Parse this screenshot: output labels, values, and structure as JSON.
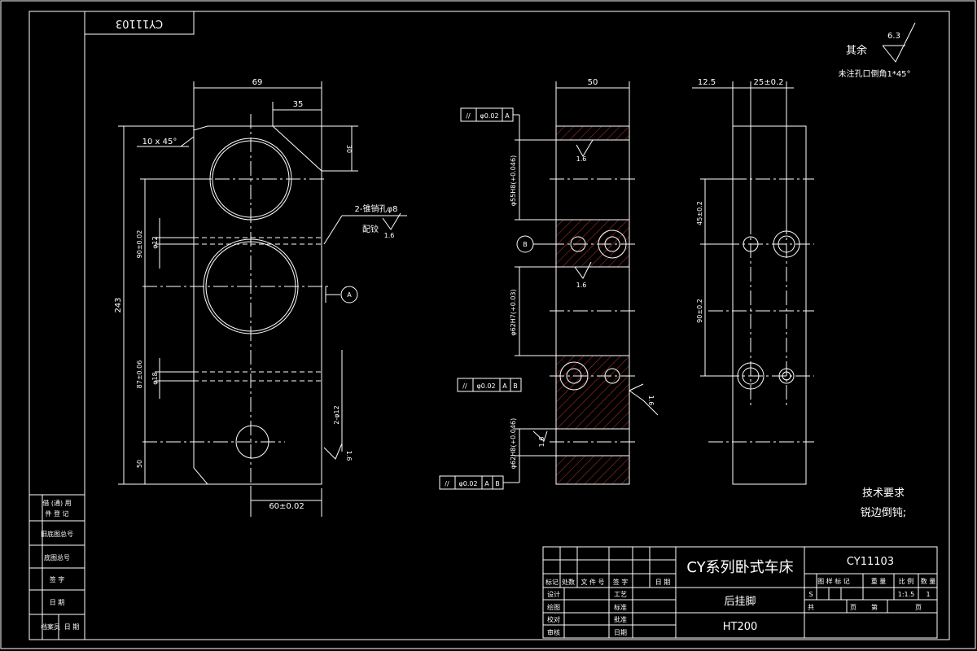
{
  "drawing_number": "CY11103",
  "drawing_number_mirrored": "CY11103",
  "machine_title": "CY系列卧式车床",
  "part_name": "后挂脚",
  "material": "HT200",
  "roughness_note": {
    "label": "其余",
    "value": "6.3",
    "chamfer": "未注孔口倒角1*45°"
  },
  "tech_req": {
    "title": "技术要求",
    "line1": "锐边倒钝;"
  },
  "left_view": {
    "dim_top_width": "69",
    "dim_offset": "35",
    "dim_chamfer_h": "30",
    "chamfer": "10 x 45°",
    "dim_height": "243",
    "dim_90": "90±0.02",
    "dim_87": "87±0.06",
    "dim_50": "50",
    "dim_phi12": "φ12",
    "dim_phi18": "φ18",
    "holes_2phi12": "2-φ12",
    "pin_note": "2-锥销孔φ8",
    "pin_note2": "配铰",
    "rough_pin": "1.6",
    "rough_bottom": "1.6",
    "datum_a": "A",
    "dim_bottom": "60±0.02"
  },
  "middle_view": {
    "dim_width": "50",
    "fcf1": {
      "symbol": "//",
      "tol": "φ0.02",
      "datum": "A"
    },
    "fcf2": {
      "symbol": "//",
      "tol": "φ0.02",
      "datum1": "A",
      "datum2": "B"
    },
    "fcf3": {
      "symbol": "//",
      "tol": "φ0.02",
      "datum1": "A",
      "datum2": "B"
    },
    "dim_bore1": "φ55H8(+0.046)",
    "dim_bore2": "φ62H7(+0.03)",
    "dim_bore3": "φ62H8(+0.046)",
    "datum_b": "B",
    "rough1": "1.6",
    "rough2": "1.6",
    "rough3": "1.6",
    "rough4": "1.6"
  },
  "right_view": {
    "dim_12_5": "12.5",
    "dim_25": "25±0.2",
    "dim_45": "45±0.2",
    "dim_90": "90±0.2"
  },
  "left_strip": [
    {
      "a": "借 (通) 用",
      "b": "件 登 记"
    },
    {
      "a": "旧底图总号",
      "b": ""
    },
    {
      "a": "底图总号",
      "b": ""
    },
    {
      "a": "签 字",
      "b": ""
    },
    {
      "a": "日 期",
      "b": ""
    },
    {
      "a": "档案员",
      "b": "日 期"
    }
  ],
  "title_block": {
    "rev_headers": [
      "标记",
      "处数",
      "文 件 号",
      "签 字",
      "日 期"
    ],
    "rows": [
      {
        "a": "设计",
        "b": "工艺"
      },
      {
        "a": "绘图",
        "b": "标准"
      },
      {
        "a": "校对",
        "b": "批准"
      },
      {
        "a": "审核",
        "b": "日期"
      }
    ],
    "right_headers": [
      "图 样 标 记",
      "重 量",
      "比 例",
      "数 量"
    ],
    "stage": "S",
    "scale": "1:1.5",
    "qty": "1",
    "sheet_total": "共",
    "sheet_unit": "页",
    "sheet_no": "第",
    "sheet_unit2": "页"
  }
}
